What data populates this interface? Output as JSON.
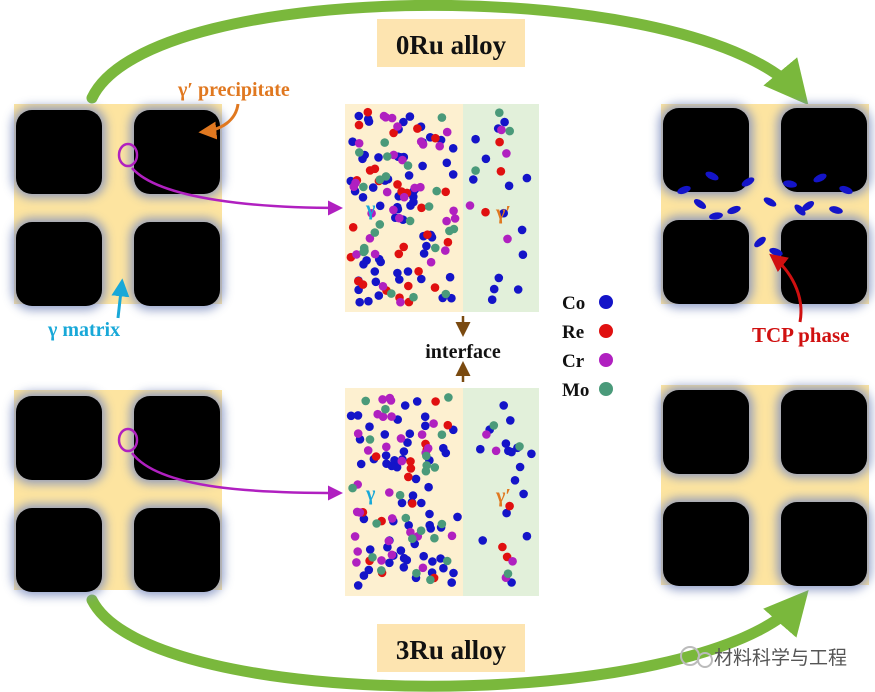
{
  "titles": {
    "top": "0Ru alloy",
    "bottom": "3Ru alloy"
  },
  "labels": {
    "precipitate": "γ′ precipitate",
    "matrix": "γ matrix",
    "tcp": "TCP phase",
    "interface": "interface",
    "gamma": "γ",
    "gamma_prime": "γ′"
  },
  "legend": [
    {
      "name": "Co",
      "color": "#1414c8"
    },
    {
      "name": "Re",
      "color": "#e01010"
    },
    {
      "name": "Cr",
      "color": "#b020c0"
    },
    {
      "name": "Mo",
      "color": "#4a9a7a"
    }
  ],
  "colors": {
    "matrix": "#fde4a0",
    "precipitate": "#000000",
    "gamma_region": "#fdf0d0",
    "gamma_prime_region": "#e2f0da",
    "arc_arrow": "#7ab83c",
    "magenta": "#b020c0",
    "orange": "#e07820",
    "cyan": "#18a8d8",
    "red": "#d01010",
    "brown": "#7a4a10",
    "title_box": "#fde4b0"
  },
  "watermark": "材料科学与工程"
}
